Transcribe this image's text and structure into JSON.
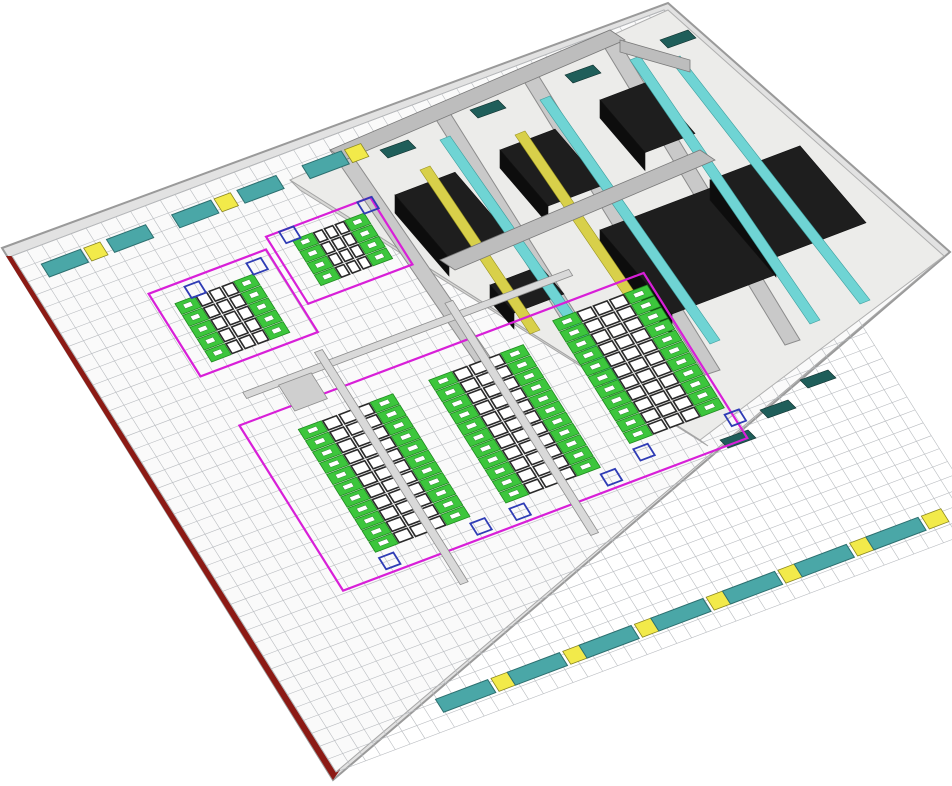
{
  "view": {
    "kind": "3d-floor-plan",
    "projection": "isometric-oblique"
  },
  "colors": {
    "floor": "#fafafa",
    "grid": "#b9bcc0",
    "wall_exterior": "#8c1a14",
    "wall_top": "#dcdcdc",
    "zone_outline": "#d81fd8",
    "rack_green": "#3cc63c",
    "rack_green_dark": "#1f8a1f",
    "rack_slot": "#2a2a2a",
    "perforated_tile": "#2f3cb5",
    "crac_unit": "#4aa7a7",
    "crac_label": "#f2ea4a",
    "equipment_dark": "#1e1e1e",
    "cable_tray": "#9a9a9a",
    "cable_tray_cyan": "#6fd4d4",
    "cable_tray_yellow": "#d8d04a",
    "ceiling_duct": "#bdbdbd"
  },
  "zones": [
    {
      "id": "zone-small-left",
      "rack_rows": 2,
      "racks_per_row": 5
    },
    {
      "id": "zone-small-top",
      "rack_rows": 2,
      "racks_per_row": 4
    },
    {
      "id": "zone-large",
      "rack_rows": 4,
      "racks_per_row": 9
    },
    {
      "id": "zone-large-right",
      "rack_rows": 2,
      "racks_per_row": 10
    }
  ],
  "equipment_rooms": [
    {
      "id": "ups-room-1"
    },
    {
      "id": "ups-room-2"
    },
    {
      "id": "ups-room-3"
    },
    {
      "id": "ups-room-4"
    }
  ],
  "perimeter_units": {
    "crac_units": 12,
    "icon": "crac-unit-icon"
  }
}
